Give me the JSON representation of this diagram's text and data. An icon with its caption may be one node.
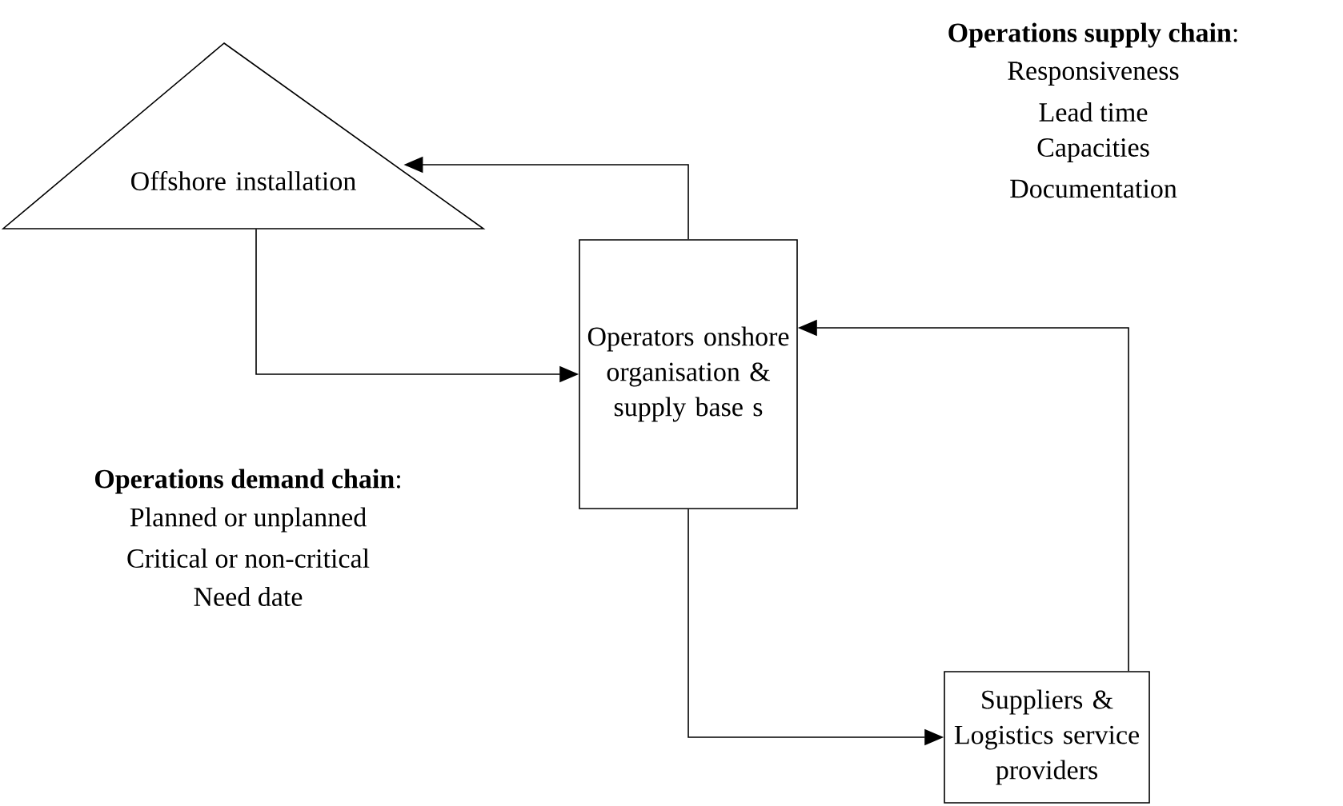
{
  "diagram": {
    "nodes": [
      {
        "text": [
          "Offshore installation"
        ]
      },
      {
        "text": [
          "Operators onshore organisation & supply base s"
        ]
      },
      {
        "text": [
          "Suppliers & Logistics service providers"
        ]
      }
    ],
    "edges": [
      {
        "from": 1,
        "to": 0,
        "arrow": "to"
      },
      {
        "from": 0,
        "to": 1,
        "arrow": "to"
      },
      {
        "from": 1,
        "to": 2,
        "arrow": "to"
      },
      {
        "from": 2,
        "to": 1,
        "arrow": "to"
      }
    ],
    "labels": [
      "**Operations supply chain**:",
      "Responsiveness",
      "Lead time",
      "Capacities",
      "Documentation",
      "**Operations demand chain**:",
      "Planned or unplanned",
      "Critical or non-critical",
      "Need date"
    ]
  }
}
